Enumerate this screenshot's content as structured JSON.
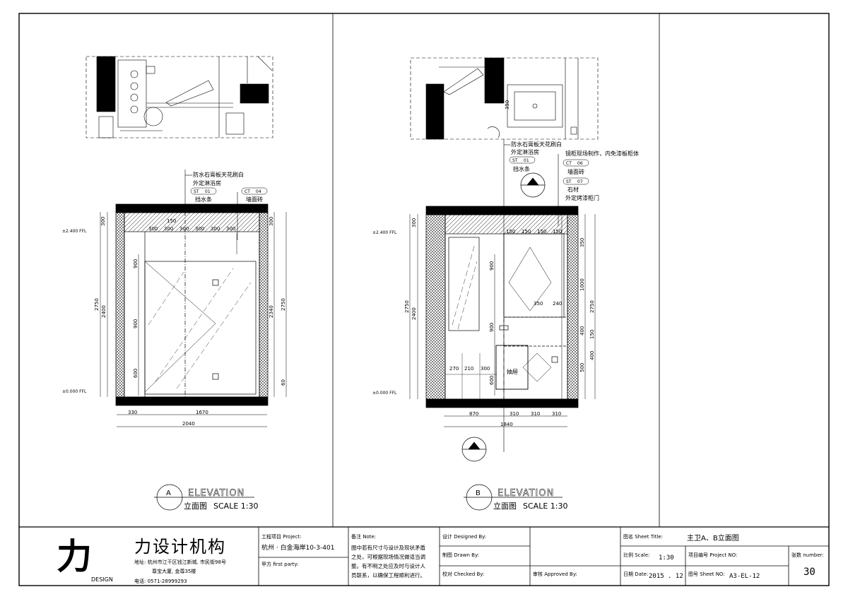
{
  "elevation_a": {
    "circle_letter": "A",
    "heading": "ELEVATION",
    "caption_cn": "立面图",
    "caption_scale": "SCALE  1:30",
    "callouts": {
      "ceiling": "防水石膏板天花刷白",
      "shower": "外定淋浴房",
      "st_tag": "ST",
      "st_num": "01",
      "st_text": "挡水条",
      "ct_tag": "CT",
      "ct_num": "04",
      "ct_text": "墙面砖"
    },
    "levels": {
      "top": "±2.400 FFL",
      "bottom": "±0.000 FFL"
    },
    "dims": {
      "left_top": "300",
      "left_h": "2400",
      "left_total": "2750",
      "seg1": "900",
      "seg2": "900",
      "seg3": "600",
      "right_top": "300",
      "right_h": "2340",
      "right_total": "2750",
      "right_bottom": "60",
      "top_150": "150",
      "top_row": [
        "300",
        "300",
        "300",
        "300",
        "300",
        "300"
      ],
      "bottom_330": "330",
      "bottom_1670": "1670",
      "bottom_total": "2040"
    }
  },
  "elevation_b": {
    "circle_letter": "B",
    "heading": "ELEVATION",
    "caption_cn": "立面图",
    "caption_scale": "SCALE  1:30",
    "callouts": {
      "ceiling": "防水石膏板天花刷白",
      "shower": "外定淋浴房",
      "st_tag": "ST",
      "st_num": "01",
      "st_text": "挡水条",
      "mirror_cab": "镜柜现场制作，内免漆板柜体",
      "ct_tag": "CT",
      "ct_num": "06",
      "ct_text": "墙面砖",
      "st2_tag": "ST",
      "st2_num": "07",
      "st2_text": "石材",
      "st2_text2": "外定烤漆柜门"
    },
    "levels": {
      "top": "±2.400 FFL",
      "bottom": "±0.000 FFL"
    },
    "drawer_label": "抽屉",
    "plan_dim": "350",
    "dims": {
      "left_top": "300",
      "left_h": "2400",
      "left_total": "2750",
      "seg1": "900",
      "seg2": "900",
      "seg3": "600",
      "r1": "350",
      "r2": "1000",
      "r3": "400",
      "r4": "500",
      "r5": "400",
      "r_total": "2750",
      "small_150": "150",
      "row_270": "270",
      "row_210": "210",
      "row_300": "300",
      "top_row": [
        "150",
        "150",
        "150",
        "150"
      ],
      "mid_350": "350",
      "mid_240": "240",
      "bottom": [
        "870",
        "310",
        "310",
        "310"
      ],
      "bottom_total": "1840"
    }
  },
  "title_block": {
    "company_cn": "力设计机构",
    "logo_glyph": "力",
    "logo_text": "DESIGN",
    "address": "地址: 杭州市江干区钱江新城. 市民街98号",
    "address2": "尊宝大厦, 金尊35楼",
    "phone": "电话: 0571-28999293",
    "project_label": "工程项目 Project:",
    "project_value": "杭州 · 白金海岸10-3-401",
    "party_label": "甲方  first party:",
    "note_label": "备注 Note:",
    "note_text": [
      "图中若有尺寸与设计及现状矛盾",
      "之处，可根据现场情况做适当调",
      "整。有不明之处应及时与设计人",
      "员联系，以确保工程顺利进行。"
    ],
    "designed_label": "设计 Designed By:",
    "drawn_label": "制图 Drawn By:",
    "checked_label": "校对 Checked By:",
    "approved_label": "审核 Approved By:",
    "sheet_title_label": "图名 Sheet Title:",
    "sheet_title_value": "主卫A、B立面图",
    "scale_label": "比例 Scale:",
    "scale_value": "1:30",
    "project_no_label": "项目编号 Project NO:",
    "number_label": "张数 number:",
    "number_value": "30",
    "date_label": "日期 Date:",
    "date_value": "2015 . 12",
    "sheet_no_label": "图号 Sheet NO:",
    "sheet_no_value": "A3-EL-12"
  }
}
